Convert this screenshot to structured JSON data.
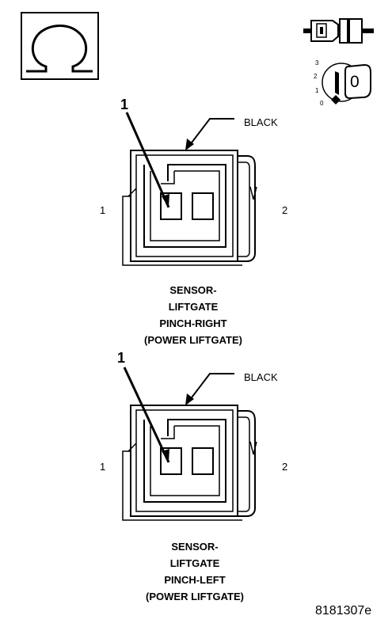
{
  "connectors": [
    {
      "pointer_label": "1",
      "color_label": "BLACK",
      "pin_left": "1",
      "pin_right": "2",
      "caption": [
        "SENSOR-",
        "LIFTGATE",
        "PINCH-RIGHT",
        "(POWER LIFTGATE)"
      ]
    },
    {
      "pointer_label": "1",
      "color_label": "BLACK",
      "pin_left": "1",
      "pin_right": "2",
      "caption": [
        "SENSOR-",
        "LIFTGATE",
        "PINCH-LEFT",
        "(POWER LIFTGATE)"
      ]
    }
  ],
  "key_switch": {
    "positions": [
      "3",
      "2",
      "1",
      "0"
    ],
    "key_label": "0"
  },
  "figure_id": "8181307e",
  "icons": [
    "ohm-symbol-icon",
    "connector-plug-icon",
    "ignition-key-icon"
  ]
}
